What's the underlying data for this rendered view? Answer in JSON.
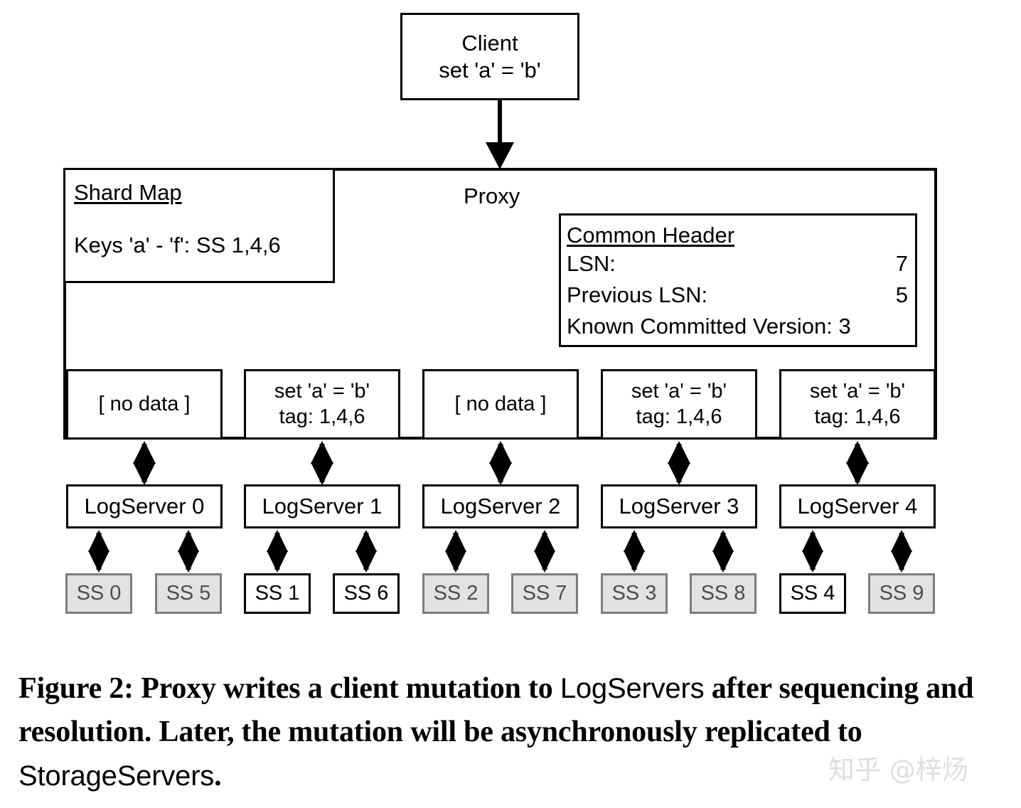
{
  "figure": {
    "client": {
      "title": "Client",
      "operation": "set 'a' = 'b'"
    },
    "proxy": {
      "label": "Proxy",
      "shard_map": {
        "title": "Shard Map",
        "entry": "Keys 'a' - 'f': SS 1,4,6"
      },
      "common_header": {
        "title": "Common Header",
        "rows": [
          {
            "label": "LSN:",
            "value": "7"
          },
          {
            "label": "Previous LSN:",
            "value": "5"
          },
          {
            "label": "Known Committed Version: 3",
            "value": ""
          }
        ]
      },
      "mutations": [
        {
          "line1": "[ no data ]",
          "line2": ""
        },
        {
          "line1": "set 'a' = 'b'",
          "line2": "tag: 1,4,6"
        },
        {
          "line1": "[ no data ]",
          "line2": ""
        },
        {
          "line1": "set 'a' = 'b'",
          "line2": "tag: 1,4,6"
        },
        {
          "line1": "set 'a' = 'b'",
          "line2": "tag: 1,4,6"
        }
      ]
    },
    "log_servers": [
      {
        "label": "LogServer 0"
      },
      {
        "label": "LogServer 1"
      },
      {
        "label": "LogServer 2"
      },
      {
        "label": "LogServer 3"
      },
      {
        "label": "LogServer 4"
      }
    ],
    "storage_servers": [
      {
        "label": "SS 0",
        "active": false
      },
      {
        "label": "SS 5",
        "active": false
      },
      {
        "label": "SS 1",
        "active": true
      },
      {
        "label": "SS 6",
        "active": true
      },
      {
        "label": "SS 2",
        "active": false
      },
      {
        "label": "SS 7",
        "active": false
      },
      {
        "label": "SS 3",
        "active": false
      },
      {
        "label": "SS 8",
        "active": false
      },
      {
        "label": "SS 4",
        "active": true
      },
      {
        "label": "SS 9",
        "active": false
      }
    ],
    "caption": {
      "part1": "Figure 2: Proxy writes a client mutation to ",
      "mono1": "LogServers",
      "part2": " after sequencing and resolution. Later, the mutation will be asynchronously replicated to ",
      "mono2": "StorageServers",
      "part3": "."
    },
    "watermark": "知乎 @梓炀",
    "colors": {
      "stroke": "#000000",
      "inactive_fill": "#e2e2e2",
      "inactive_border": "#7d7d7d",
      "inactive_text": "#4d4d4d",
      "watermark": "#dedede"
    }
  }
}
